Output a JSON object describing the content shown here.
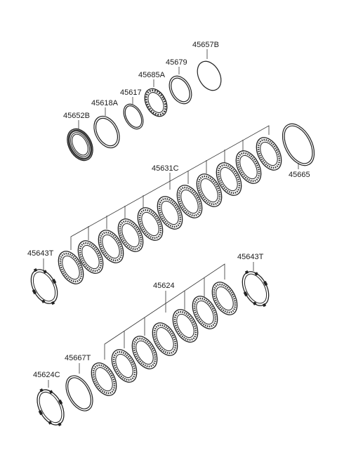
{
  "diagram": {
    "labels": {
      "p45657B": "45657B",
      "p45679": "45679",
      "p45685A": "45685A",
      "p45617": "45617",
      "p45618A": "45618A",
      "p45652B": "45652B",
      "p45665": "45665",
      "p45631C": "45631C",
      "p45643T_left": "45643T",
      "p45643T_right": "45643T",
      "p45624": "45624",
      "p45667T": "45667T",
      "p45624C": "45624C"
    }
  }
}
